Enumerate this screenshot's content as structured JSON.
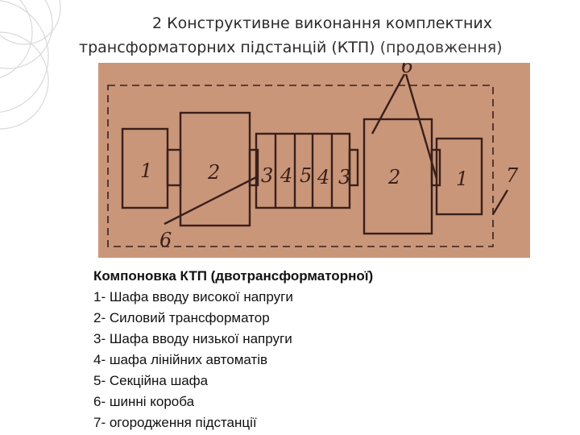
{
  "slide": {
    "title_line1": "2 Конструктивне виконання комплектних",
    "title_line2": "трансформаторних підстанцій (КТП)",
    "title_suffix": "(продовження)"
  },
  "diagram": {
    "labels": {
      "transformer_hv_left": "1",
      "transformer_left": "2",
      "lv_left": "3",
      "feeder_left": "4",
      "section": "5",
      "feeder_right": "4",
      "lv_right": "3",
      "transformer_right": "2",
      "transformer_hv_right": "1",
      "busduct_bottom": "6",
      "busduct_top": "6",
      "fence": "7"
    }
  },
  "legend": {
    "heading": "Компоновка КТП (двотрансформаторної)",
    "items": [
      "1- Шафа вводу високої напруги",
      "2- Силовий трансформатор",
      "3- Шафа вводу низької напруги",
      "4- шафа лінійних автоматів",
      "5- Секційна шафа",
      "6- шинні короба",
      "7- огородження підстанції"
    ]
  },
  "colors": {
    "photo_bg": "#c9967a",
    "ink": "#3a1f1a",
    "deco": "#d9d9d9"
  }
}
